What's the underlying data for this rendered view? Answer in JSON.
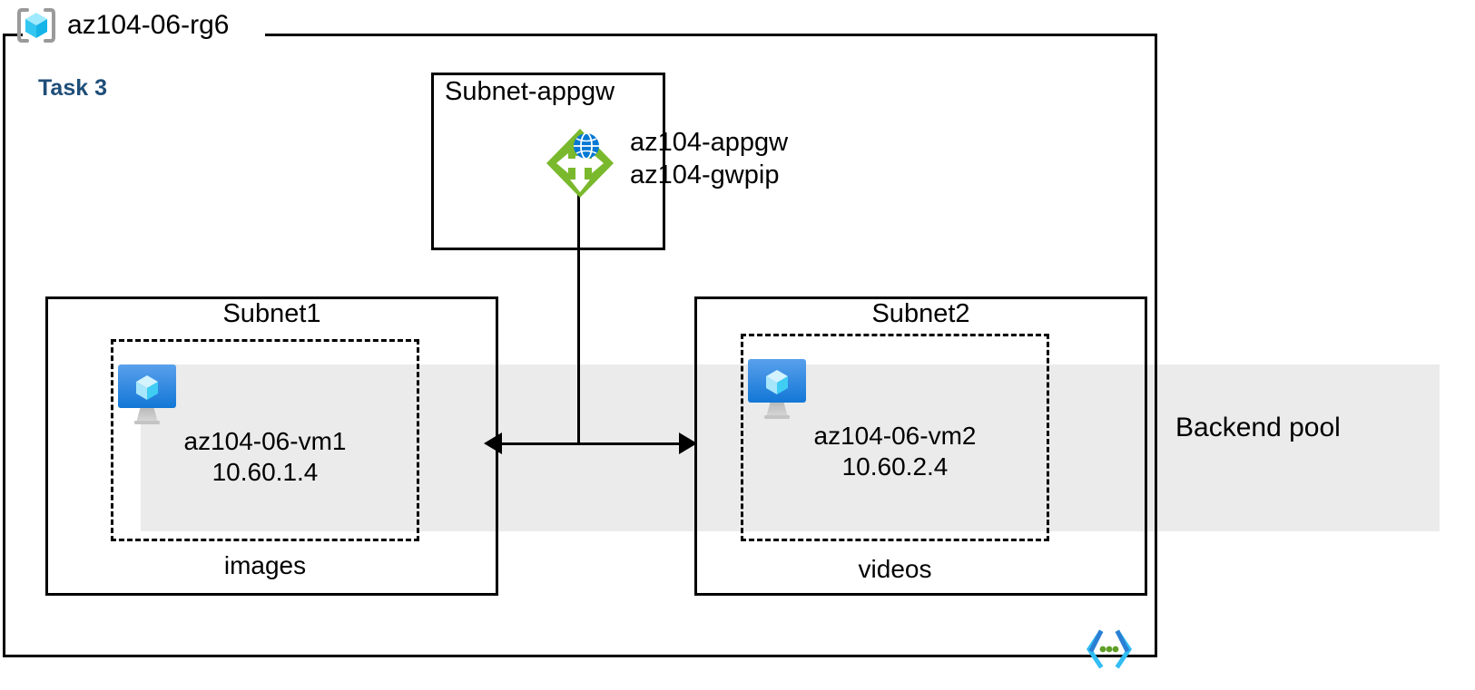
{
  "resource_group": {
    "icon": "resource-group-cube-icon",
    "name": "az104-06-rg6"
  },
  "task": {
    "label": "Task 3",
    "color": "#1f4e79"
  },
  "backend_pool": {
    "label": "Backend pool",
    "band_color": "#ebebeb"
  },
  "vnet": {
    "icon": "virtual-network-icon",
    "bracket_color": "#32bdf4",
    "dot_color": "#5e9e26"
  },
  "subnets": [
    {
      "id": "appgw",
      "title": "Subnet-appgw",
      "resources": {
        "icon": "application-gateway-icon",
        "icon_color": "#7ab92d",
        "globe_color": "#0078d4",
        "line1": "az104-appgw",
        "line2": "az104-gwpip"
      }
    },
    {
      "id": "subnet1",
      "title": "Subnet1",
      "vm": {
        "icon": "virtual-machine-icon",
        "name": "az104-06-vm1",
        "ip": "10.60.1.4"
      },
      "content_label": "images"
    },
    {
      "id": "subnet2",
      "title": "Subnet2",
      "vm": {
        "icon": "virtual-machine-icon",
        "name": "az104-06-vm2",
        "ip": "10.60.2.4"
      },
      "content_label": "videos"
    }
  ],
  "connectors": {
    "gateway_to_subnets": "bidirectional-arrow"
  }
}
